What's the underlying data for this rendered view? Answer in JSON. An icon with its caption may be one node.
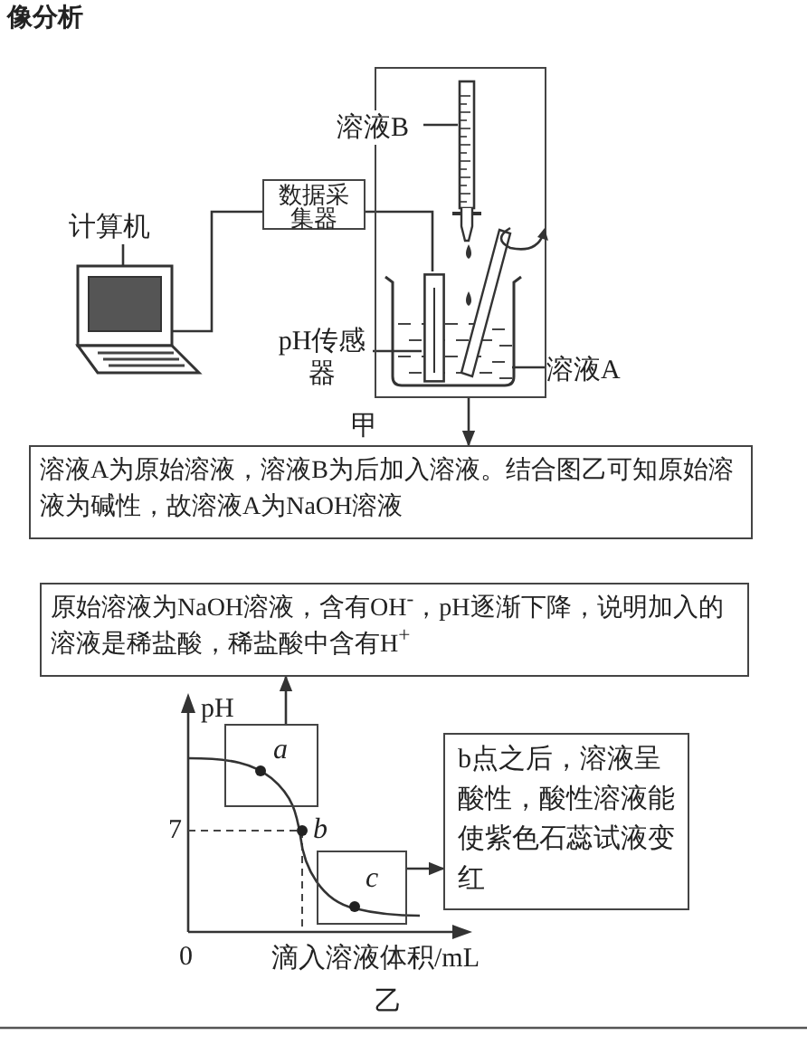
{
  "diagram": {
    "title": "像分析",
    "nodes": [
      {
        "text": [],
        "shape": "box",
        "beside": [
          "甲"
        ]
      },
      {
        "text": [
          "溶液B"
        ]
      },
      {
        "text": [],
        "shape": "picture",
        "in": 0
      },
      {
        "text": [
          "计算机"
        ]
      },
      {
        "text": [
          "数据采集器"
        ]
      },
      {
        "text": [],
        "shape": "picture"
      },
      {
        "text": [],
        "shape": "picture",
        "in": 0
      },
      {
        "text": [
          "pH传感器"
        ]
      },
      {
        "text": [
          "溶液A"
        ]
      },
      {
        "text": [],
        "shape": "picture",
        "in": 0
      },
      {
        "text": [
          "溶液A为原始溶液，溶液B为后加入溶液。结合图乙可知原始溶液为碱性，故溶液A为NaOH溶液"
        ]
      },
      {
        "text": [
          "原始溶液为NaOH溶液，含有OH$^{-}$，pH逐渐下降，说明加入的溶液是稀盐酸，稀盐酸中含有H$^{+}$"
        ]
      },
      {
        "text": [
          "a"
        ]
      },
      {
        "text": [
          "b点之后，溶液呈酸性，酸性溶液能使紫色石蕊试液变红"
        ]
      },
      {
        "text": [
          "c"
        ]
      }
    ],
    "edges": [
      {
        "from": 3,
        "to": 5,
        "arrow": "none"
      },
      {
        "from": 5,
        "to": 4,
        "arrow": "none"
      },
      {
        "from": 4,
        "to": 6,
        "arrow": "none"
      },
      {
        "from": 1,
        "to": 2,
        "arrow": "none"
      },
      {
        "from": 7,
        "to": 6,
        "arrow": "none"
      },
      {
        "from": 8,
        "to": 9,
        "arrow": "none"
      },
      {
        "from": 0,
        "to": 10,
        "arrow": "to"
      },
      {
        "from": 12,
        "to": 11,
        "arrow": "to"
      },
      {
        "from": 14,
        "to": 13,
        "arrow": "to"
      }
    ],
    "labels": [
      "pH",
      "7",
      "b",
      "0",
      "滴入溶液体积/mL",
      "乙"
    ]
  }
}
